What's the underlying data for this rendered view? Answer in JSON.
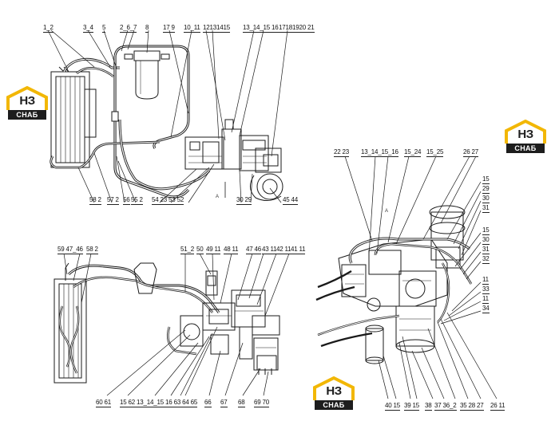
{
  "logo": {
    "mark": "НЗ",
    "word": "СНАБ",
    "colors": {
      "roof": "#f2b705",
      "band": "#1d1d1d",
      "mark": "#1f1f1f"
    }
  },
  "view_tags": {
    "top_view": "А",
    "right_view": "А"
  },
  "top_diagram": {
    "top_callouts": [
      "1_2",
      "3_4",
      "5",
      "2_6_7",
      "8",
      "17 9",
      "10_11",
      "12131415",
      "13_14_15 16",
      "17181920 21"
    ],
    "bottom_callouts": [
      "58 2",
      "57 2",
      "56",
      "55 2",
      "54 23 53 52",
      "30 29",
      "45 44"
    ]
  },
  "bottom_left_diagram": {
    "top_callouts": [
      "59 47_46",
      "58 2",
      "51_2",
      "50",
      "49 11",
      "48 11",
      "47 46",
      "43 11",
      "42 11",
      "41 11"
    ],
    "bottom_callouts": [
      "60 61",
      "15 62 13_14_15 16 63 64 65",
      "66",
      "67",
      "68",
      "69 70"
    ]
  },
  "right_diagram": {
    "top_callouts": [
      "22 23",
      "13_14_15_16",
      "15_24",
      "15_25",
      "26 27"
    ],
    "side_callouts": [
      "15",
      "29",
      "30",
      "31",
      "15",
      "30",
      "31",
      "32",
      "11",
      "33",
      "11",
      "34"
    ],
    "bottom_callouts": [
      "40 15",
      "39 15",
      "38",
      "37 36_2",
      "35 28 27",
      "26 11"
    ]
  }
}
